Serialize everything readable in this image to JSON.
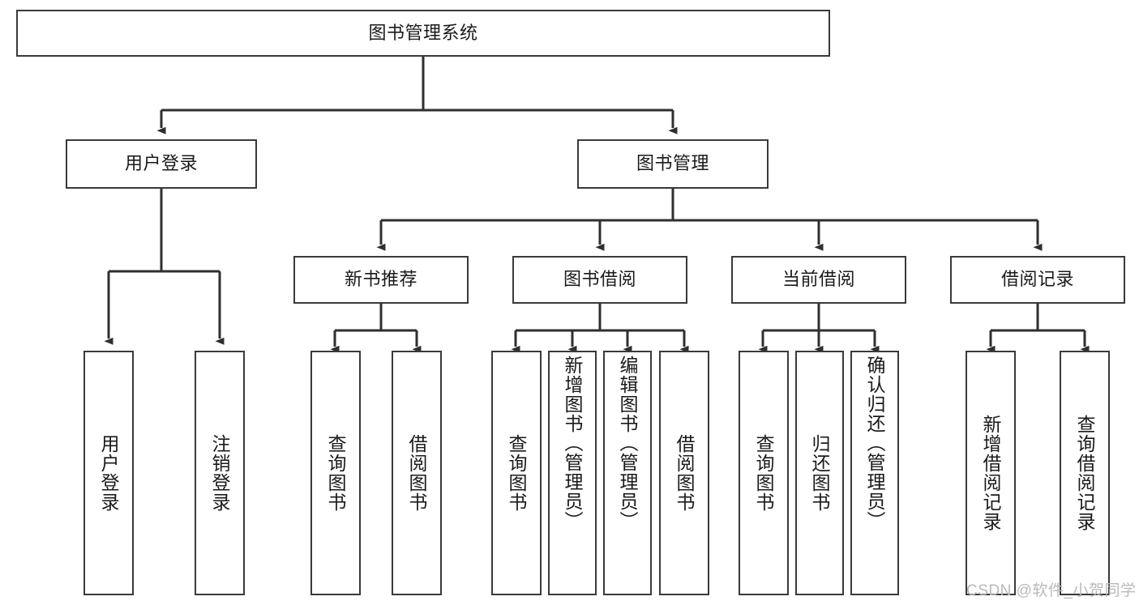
{
  "diagram": {
    "type": "tree-hierarchy",
    "title": "图书管理系统",
    "colors": {
      "box_border": "#3a3a3a",
      "box_fill": "#ffffff",
      "edge": "#2f2f2f",
      "text": "#1a1a1a",
      "watermark": "#b9b9b9",
      "background": "#ffffff"
    },
    "levels": 4
  },
  "nodes": {
    "root": {
      "label": "图书管理系统"
    },
    "level2": [
      {
        "id": "user-login",
        "label": "用户登录"
      },
      {
        "id": "book-manage",
        "label": "图书管理"
      }
    ],
    "level3": [
      {
        "id": "new-book-recommend",
        "label": "新书推荐"
      },
      {
        "id": "book-borrow",
        "label": "图书借阅"
      },
      {
        "id": "current-borrow",
        "label": "当前借阅"
      },
      {
        "id": "borrow-record",
        "label": "借阅记录"
      }
    ],
    "leaves": {
      "user_login": [
        {
          "id": "leaf-user-login",
          "label": "用户登录"
        },
        {
          "id": "leaf-logout",
          "label": "注销登录"
        }
      ],
      "new_book_recommend": [
        {
          "id": "leaf-query-book-1",
          "label": "查询图书"
        },
        {
          "id": "leaf-borrow-book-1",
          "label": "借阅图书"
        }
      ],
      "book_borrow": [
        {
          "id": "leaf-query-book-2",
          "label": "查询图书"
        },
        {
          "id": "leaf-add-book",
          "label": "新增图书（管理员）"
        },
        {
          "id": "leaf-edit-book",
          "label": "编辑图书（管理员）"
        },
        {
          "id": "leaf-borrow-book-2",
          "label": "借阅图书"
        }
      ],
      "current_borrow": [
        {
          "id": "leaf-query-book-3",
          "label": "查询图书"
        },
        {
          "id": "leaf-return-book",
          "label": "归还图书"
        },
        {
          "id": "leaf-confirm-return",
          "label": "确认归还（管理员）"
        }
      ],
      "borrow_record": [
        {
          "id": "leaf-add-record",
          "label": "新增借阅记录"
        },
        {
          "id": "leaf-query-record",
          "label": "查询借阅记录"
        }
      ]
    }
  },
  "watermark": {
    "text": "CSDN @软件_小贺同学"
  }
}
